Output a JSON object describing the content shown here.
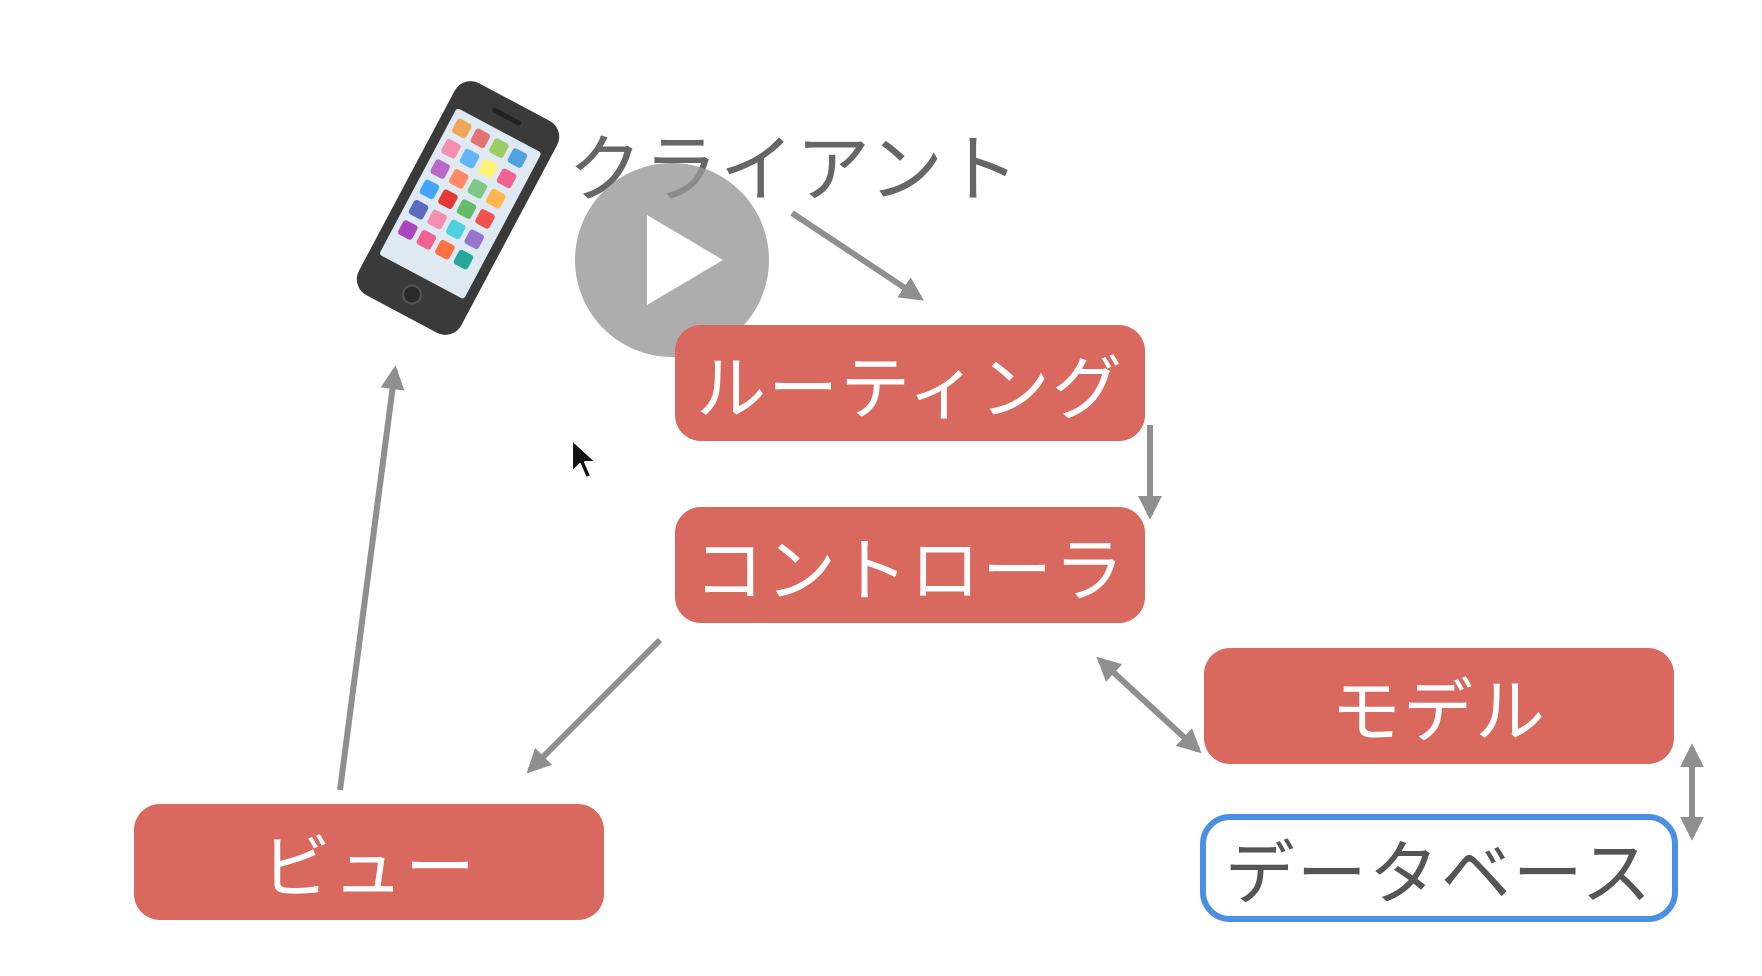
{
  "diagram": {
    "client_label": "クライアント",
    "boxes": {
      "routing": "ルーティング",
      "controller": "コントローラ",
      "model": "モデル",
      "view": "ビュー",
      "database": "データベース"
    }
  },
  "colors": {
    "box_fill": "#d9685f",
    "database_border": "#4a90e2",
    "arrow": "#8f8f8f",
    "label_text": "#666666"
  },
  "icons": {
    "phone": "smartphone-icon",
    "play": "play-icon",
    "cursor": "mouse-pointer-icon"
  }
}
